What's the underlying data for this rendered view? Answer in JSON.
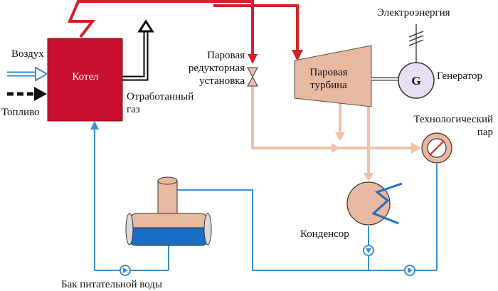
{
  "labels": {
    "air": "Воздух",
    "fuel": "Топливо",
    "boiler": "Котел",
    "exhaust_line1": "Отработанный",
    "exhaust_line2": "газ",
    "prv_line1": "Паровая",
    "prv_line2": "редукторная",
    "prv_line3": "установка",
    "turbine_line1": "Паровая",
    "turbine_line2": "турбина",
    "electricity": "Электроэнергия",
    "generator_symbol": "G",
    "generator": "Генератор",
    "process_steam_line1": "Технологический",
    "process_steam_line2": "пар",
    "condenser": "Конденсор",
    "feedwater_tank": "Бак питательной воды"
  },
  "colors": {
    "boiler_fill": "#c8102e",
    "live_steam": "#d4202a",
    "low_pressure_steam": "#f0c0a8",
    "equipment_fill": "#e9b8a0",
    "water_line": "#3a8fd0",
    "tank_water": "#1a6fc4",
    "generator_fill": "#e7e0f0"
  }
}
